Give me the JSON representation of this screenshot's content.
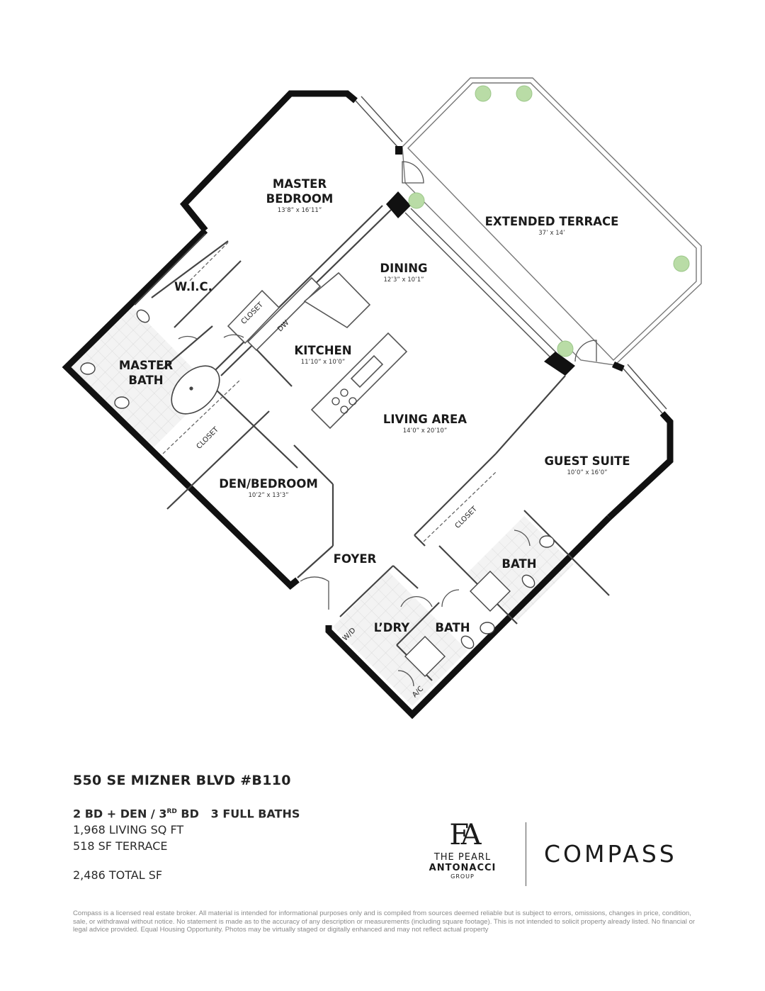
{
  "rooms": {
    "master_bedroom": {
      "line1": "MASTER",
      "line2": "BEDROOM",
      "dims": "13’8” x 16’11”"
    },
    "extended_terrace": {
      "label": "EXTENDED TERRACE",
      "dims": "37’ x 14’"
    },
    "dining": {
      "label": "DINING",
      "dims": "12’3” x 10’1”"
    },
    "wic": {
      "label": "W.I.C."
    },
    "kitchen": {
      "label": "KITCHEN",
      "dims": "11’10” x 10’0”"
    },
    "master_bath": {
      "line1": "MASTER",
      "line2": "BATH"
    },
    "living_area": {
      "label": "LIVING AREA",
      "dims": "14’0” x 20’10”"
    },
    "guest_suite": {
      "label": "GUEST SUITE",
      "dims": "10’0” x 16’0”"
    },
    "den_bedroom": {
      "label": "DEN/BEDROOM",
      "dims": "10’2” x 13’3”"
    },
    "foyer": {
      "label": "FOYER"
    },
    "bath_guest": {
      "label": "BATH"
    },
    "laundry": {
      "label": "L’DRY"
    },
    "bath_hall": {
      "label": "BATH"
    }
  },
  "fixtures": {
    "closet_kitchen": "CLOSET",
    "closet_bath": "CLOSET",
    "closet_guest": "CLOSET",
    "dw": "DW",
    "wd": "W/D",
    "ac": "A/C"
  },
  "info": {
    "address": "550 SE MIZNER BLVD #B110",
    "beds_prefix": "2 BD + DEN / 3",
    "beds_sup": "RD",
    "beds_suffix": " BD   3 FULL BATHS",
    "living": "1,968 LIVING SQ FT",
    "terrace": "518 SF TERRACE",
    "total": "2,486 TOTAL SF"
  },
  "logos": {
    "fa_mark": "FA",
    "fa_line1": "THE PEARL",
    "fa_line2": "ANTONACCI",
    "fa_line3": "GROUP",
    "compass": "COMPASS"
  },
  "disclaimer": "Compass is a licensed real estate broker. All material is intended for informational purposes only and is compiled from sources deemed reliable but is subject to errors, omissions, changes in price, condition, sale, or withdrawal without notice. No statement is made as to the accuracy of any description or measurements (including square footage). This is not intended to solicit property already listed. No financial or legal advice provided. Equal Housing Opportunity. Photos may be virtually staged or digitally enhanced and may not reflect actual property",
  "colors": {
    "wall": "#111111",
    "plant": "#b9dca6",
    "tile": "#e9e9e9"
  }
}
